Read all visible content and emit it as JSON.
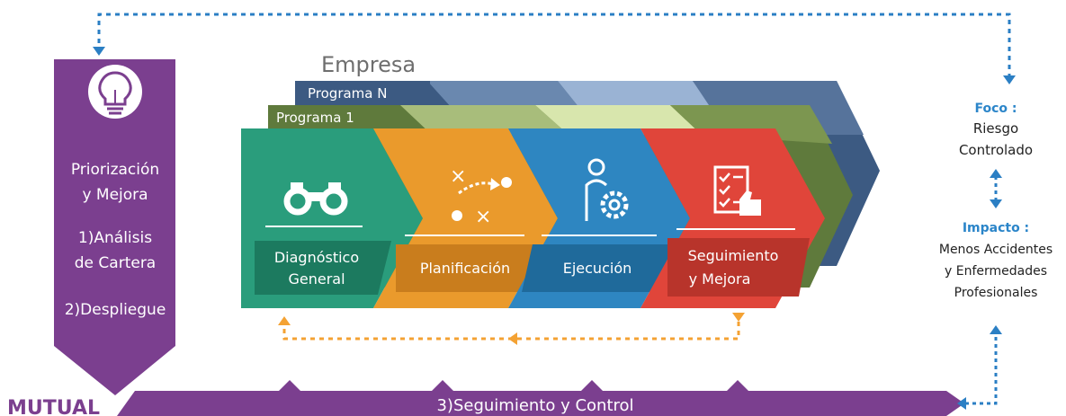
{
  "company_label": "Empresa",
  "program_n_label": "Programa N",
  "program_1_label": "Programa 1",
  "left_panel": {
    "title_line1": "Priorización",
    "title_line2": "y Mejora",
    "item1_line1": "1)Análisis",
    "item1_line2": "de Cartera",
    "item2": "2)Despliegue"
  },
  "stages": [
    {
      "line1": "Diagnóstico",
      "line2": "General",
      "icon": "binoculars-icon",
      "color": "#2a9d7c",
      "dark": "#1c7a5f"
    },
    {
      "line1": "Planificación",
      "line2": "",
      "icon": "strategy-play-icon",
      "color": "#ea9a2c",
      "dark": "#c97d1d"
    },
    {
      "line1": "Ejecución",
      "line2": "",
      "icon": "worker-gear-icon",
      "color": "#2e86c1",
      "dark": "#1f6a9b"
    },
    {
      "line1": "Seguimiento",
      "line2": "y Mejora",
      "icon": "checklist-icon",
      "color": "#e0453a",
      "dark": "#b8342b"
    }
  ],
  "bottom_bar": "3)Seguimiento y Control",
  "brand": "MUTUAL",
  "right_panel": {
    "foco_label": "Foco :",
    "foco_line1": "Riesgo",
    "foco_line2": "Controlado",
    "impacto_label": "Impacto :",
    "impacto_line1": "Menos Accidentes",
    "impacto_line2": "y Enfermedades",
    "impacto_line3": "Profesionales"
  },
  "colors": {
    "purple": "#7b3f8f",
    "dotted_blue": "#2b7fc4",
    "dotted_orange": "#f4a233",
    "program_n": "#3c5a82",
    "program_1": "#5f7a3c",
    "impact_blue": "#2b85c9"
  }
}
